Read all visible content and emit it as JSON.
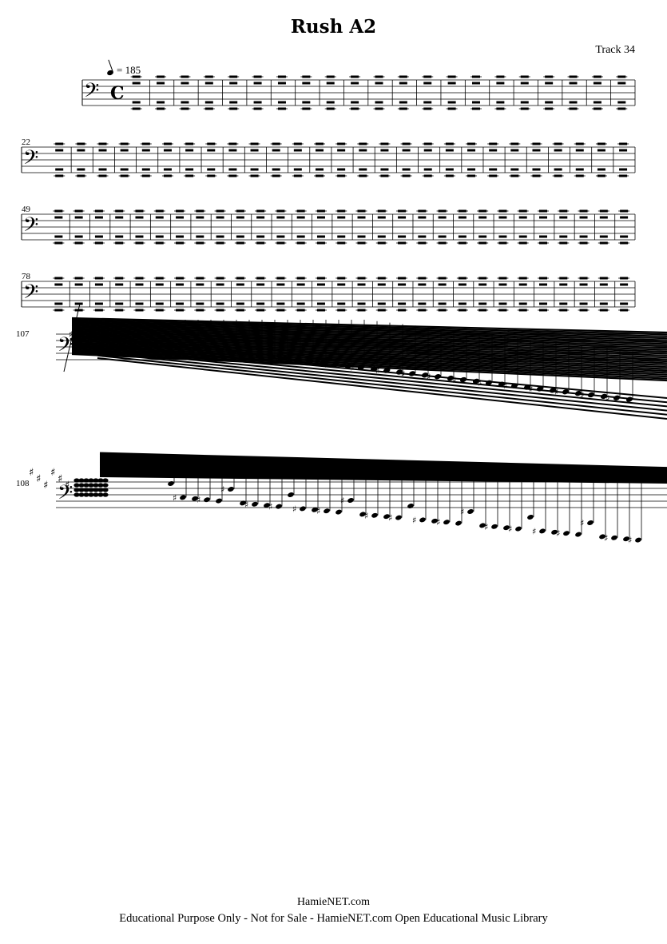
{
  "header": {
    "title": "Rush A2",
    "subtitle": "Track 34",
    "tempo_value": "= 185"
  },
  "systems": [
    {
      "measure_number": "",
      "clef": "bass",
      "time_signature": "C"
    },
    {
      "measure_number": "22",
      "clef": "bass"
    },
    {
      "measure_number": "49",
      "clef": "bass"
    },
    {
      "measure_number": "78",
      "clef": "bass"
    },
    {
      "measure_number": "107",
      "clef": "bass"
    },
    {
      "measure_number": "108",
      "clef": "bass"
    }
  ],
  "footer": {
    "site": "HamieNET.com",
    "notice": "Educational Purpose Only - Not for Sale - HamieNET.com Open Educational Music Library"
  }
}
